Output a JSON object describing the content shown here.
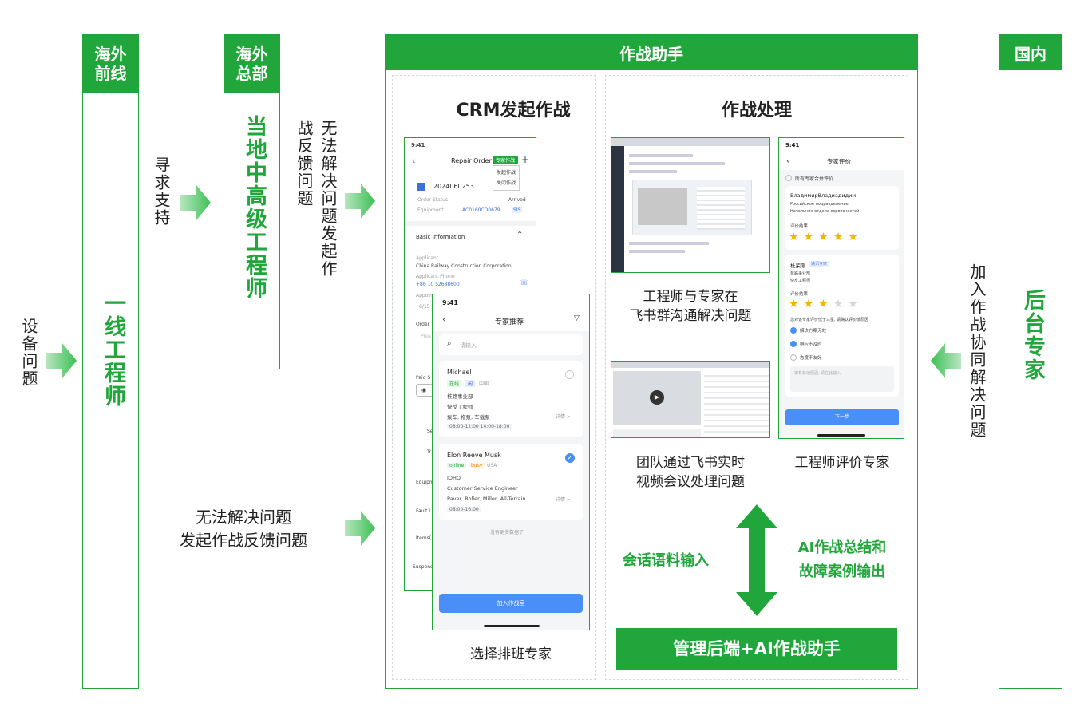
{
  "left_input": "设备问题",
  "col_frontline": {
    "head": "海外前线",
    "body": "一线工程师"
  },
  "seek_support": "寻求支持",
  "col_hq": {
    "head": "海外总部",
    "body": "当地中高级工程师"
  },
  "hq_feedback": "无法解决问题发起作战反馈问题",
  "bottom_feedback": {
    "line1": "无法解决问题",
    "line2": "发起作战反馈问题"
  },
  "center": {
    "title": "作战助手",
    "crm_title": "CRM发起作战",
    "process_title": "作战处理",
    "cap_select": "选择排班专家",
    "cap_chat": [
      "工程师与专家在",
      "飞书群沟通解决问题"
    ],
    "cap_meeting": [
      "团队通过飞书实时",
      "视频会议处理问题"
    ],
    "cap_evaluate": "工程师评价专家",
    "left_flow": "会话语料输入",
    "right_flow": [
      "AI作战总结和",
      "故障案例输出"
    ],
    "backend": "管理后端+AI作战助手"
  },
  "col_domestic": {
    "head": "国内",
    "body": "后台专家"
  },
  "join_text": "加入作战协同解决问题",
  "phone1": {
    "time": "9:41",
    "title": "Repair Order",
    "btn_expert": "专家作战",
    "menu": [
      "发起作战",
      "关闭作战"
    ],
    "order_no": "2024060253",
    "status_label": "Order Status",
    "status_value": "Arrived",
    "equip_label": "Equipment",
    "equip_value": "AC0160CD0679",
    "equip_tag": "SIS",
    "section": "Basic Information",
    "applicant_label": "Applicant",
    "applicant_value": "China Railway Construction Corporation",
    "phone_label": "Applicant Phone",
    "phone_value": "+86 10 52688600",
    "appoint": "Appoint",
    "appoint_val": "6/15",
    "order_lbl": "Order",
    "please": "Plea",
    "paid": "Paid S",
    "se": "Se",
    "tr": "Tr",
    "equip2": "Equipm",
    "fault": "Fault I",
    "items": "Items(",
    "suspend": "Suspend"
  },
  "phone2": {
    "time": "9:41",
    "title": "专家推荐",
    "search_placeholder": "请输入",
    "experts": [
      {
        "name": "Michael",
        "tags": [
          "在线",
          "闲"
        ],
        "loc": "中国",
        "dept": "桩路事业部",
        "role": "快反工程师",
        "skills": "泵车, 拖泵, 车载泵",
        "hours": "08:00-12:00    14:00-18:00",
        "detail": "详情 >",
        "checked": false
      },
      {
        "name": "Elon Reeve Musk",
        "tags": [
          "online",
          "busy"
        ],
        "loc": "USA",
        "dept": "IOHQ",
        "role": "Customer Service Engineer",
        "skills": "Paver, Roller, Miller, All-Terrain...",
        "hours": "08:00-16:00",
        "detail": "详情 >",
        "checked": true
      }
    ],
    "no_more": "没有更多数据了",
    "join_btn": "加入作战室"
  },
  "phone3": {
    "time": "9:41",
    "title": "专家评价",
    "all_label": "所有专家合并评价",
    "expert1": {
      "name": "ВладимирВладиадидим",
      "org": "Российское подразделение",
      "role": "Начальник отдела сервисчастей",
      "rating_label": "评价结果",
      "stars": 5
    },
    "expert2": {
      "name": "杜荣刚",
      "badge": "通讯专家",
      "org": "泵路事业部",
      "role": "快反工程师",
      "rating_label": "评价结果",
      "stars": 3
    },
    "reason_q": "您对该专家评价低于三星, 请确认评价低原因",
    "reasons": [
      {
        "text": "解决方案无效",
        "checked": true
      },
      {
        "text": "响应不及时",
        "checked": true
      },
      {
        "text": "态度不友好",
        "checked": false
      }
    ],
    "other_placeholder": "如有其他原因, 请在此输入",
    "next_btn": "下一步"
  },
  "colors": {
    "green": "#20a63a",
    "blue": "#4a8ff7"
  }
}
